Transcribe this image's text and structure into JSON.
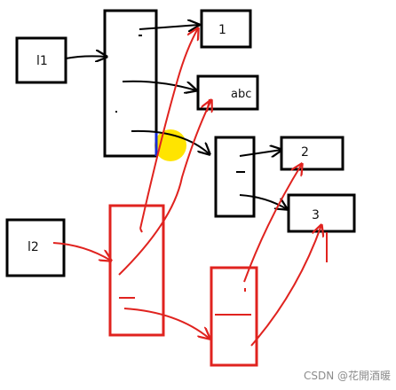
{
  "labels": {
    "l1": "l1",
    "l2": "l2",
    "val_1": "1",
    "val_abc": "abc",
    "val_2": "2",
    "val_3": "3"
  },
  "watermark": "CSDN @花開酒暖",
  "colors": {
    "black": "#000000",
    "red": "#e0231f",
    "highlight": "#ffe400",
    "cursor": "#1a2bd6"
  }
}
